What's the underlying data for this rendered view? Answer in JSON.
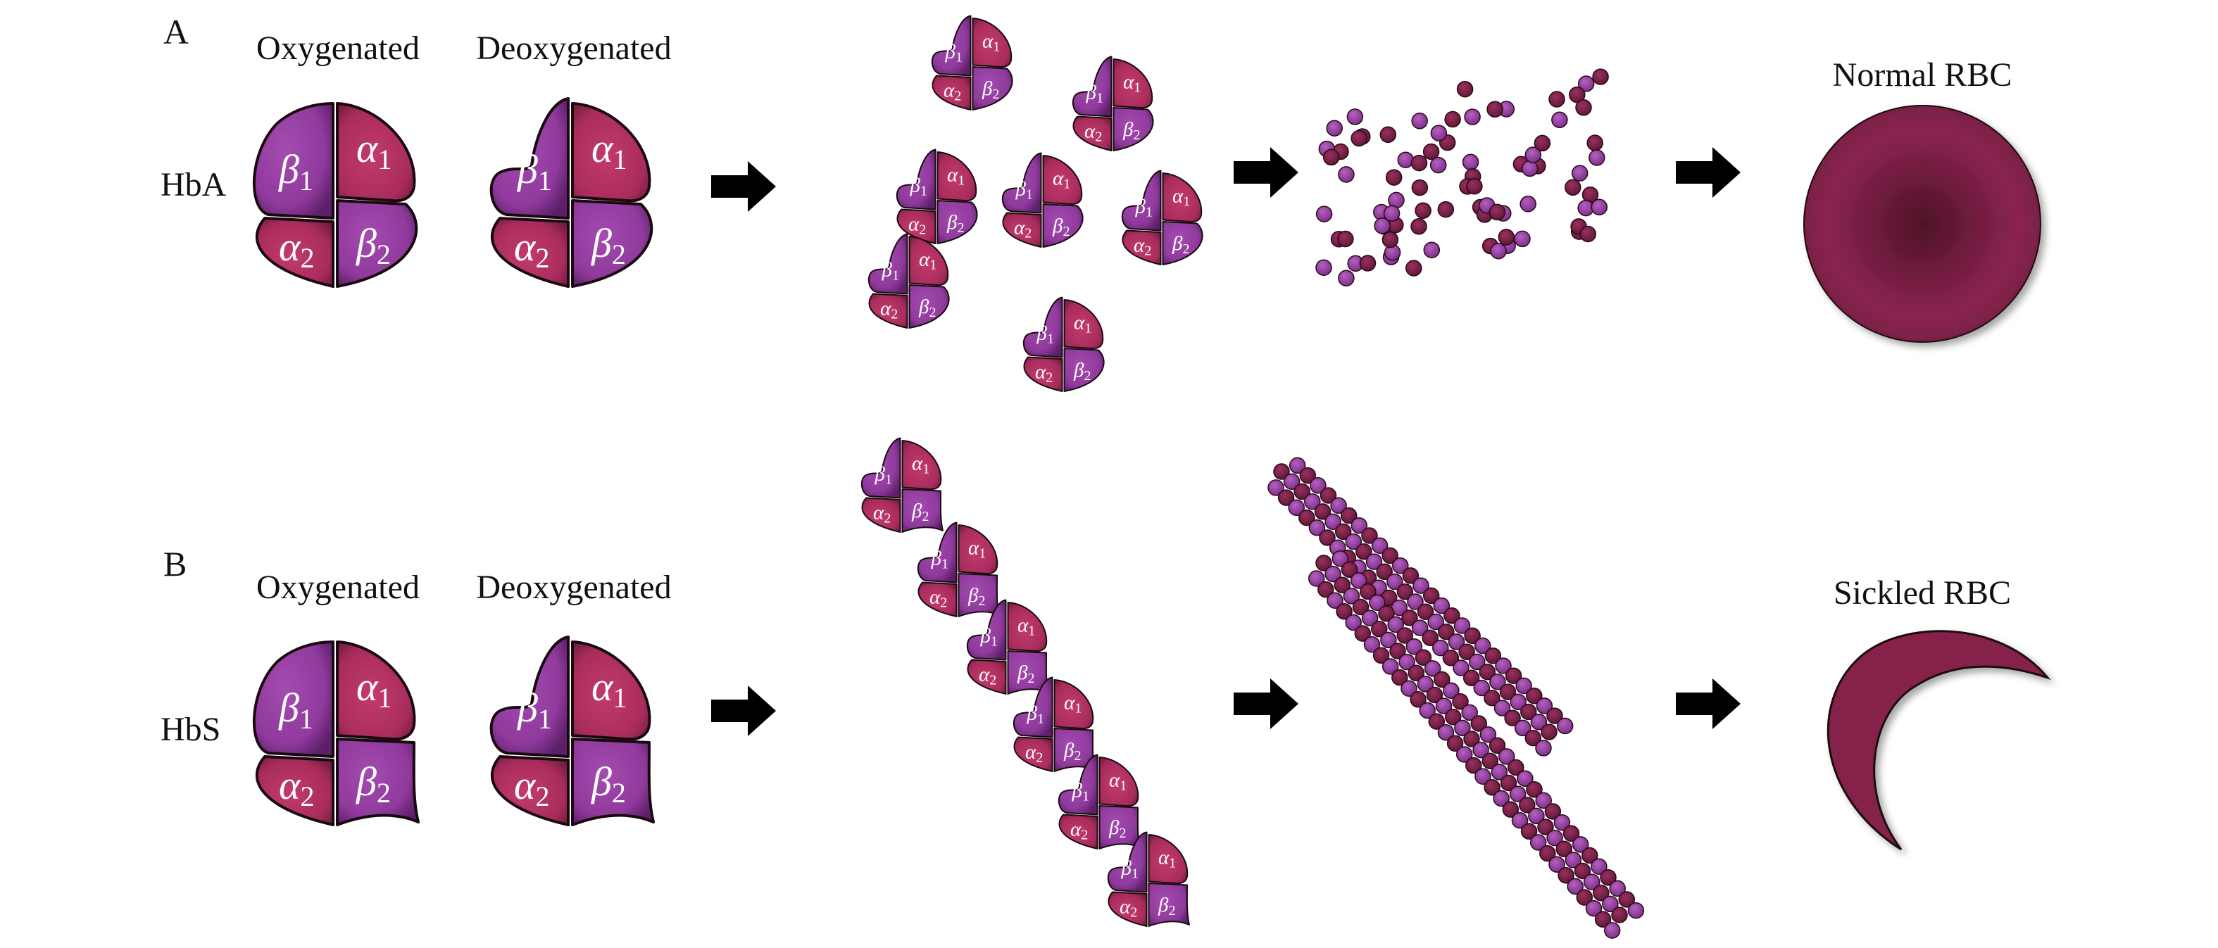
{
  "panel_a": {
    "letter": "A",
    "row_label": "HbA",
    "oxygenated": "Oxygenated",
    "deoxygenated": "Deoxygenated",
    "cell_label": "Normal RBC"
  },
  "panel_b": {
    "letter": "B",
    "row_label": "HbS",
    "oxygenated": "Oxygenated",
    "deoxygenated": "Deoxygenated",
    "cell_label": "Sickled RBC"
  },
  "subunits": {
    "beta1": {
      "symbol": "β",
      "index": "1"
    },
    "alpha1": {
      "symbol": "α",
      "index": "1"
    },
    "alpha2": {
      "symbol": "α",
      "index": "2"
    },
    "beta2": {
      "symbol": "β",
      "index": "2"
    }
  },
  "colors": {
    "beta": "#8f3a9c",
    "alpha": "#b22f62",
    "rbc": "#86224a",
    "arrow": "#000000"
  }
}
